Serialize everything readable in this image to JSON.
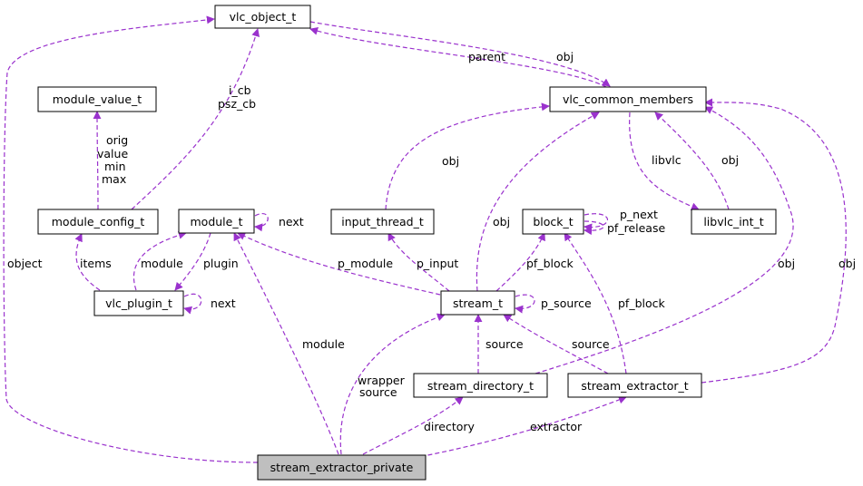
{
  "colors": {
    "edge": "#9a32cd",
    "node_border": "#000000",
    "node_fill": "#ffffff",
    "focus_fill": "#bfbfbf"
  },
  "nodes": {
    "vlc_object_t": "vlc_object_t",
    "vlc_common_members": "vlc_common_members",
    "module_value_t": "module_value_t",
    "module_config_t": "module_config_t",
    "module_t": "module_t",
    "input_thread_t": "input_thread_t",
    "block_t": "block_t",
    "libvlc_int_t": "libvlc_int_t",
    "vlc_plugin_t": "vlc_plugin_t",
    "stream_t": "stream_t",
    "stream_directory_t": "stream_directory_t",
    "stream_extractor_t": "stream_extractor_t",
    "stream_extractor_private": "stream_extractor_private"
  },
  "edge_labels": {
    "parent": "parent",
    "obj_vot": "obj",
    "i_cb": "i_cb",
    "psz_cb": "psz_cb",
    "orig": "orig",
    "value": "value",
    "min": "min",
    "max": "max",
    "next_module": "next",
    "items": "items",
    "module_plugin": "module",
    "plugin": "plugin",
    "next_plugin": "next",
    "object": "object",
    "obj_input": "obj",
    "obj_stream": "obj",
    "libvlc": "libvlc",
    "obj_libvlc": "obj",
    "p_next": "p_next",
    "pf_release": "pf_release",
    "p_module": "p_module",
    "p_input": "p_input",
    "pf_block_stream": "pf_block",
    "p_source": "p_source",
    "pf_block_ext": "pf_block",
    "source_dir": "source",
    "source_ext": "source",
    "obj_dir": "obj",
    "obj_ext": "obj",
    "module_private": "module",
    "wrapper": "wrapper",
    "source_private": "source",
    "directory": "directory",
    "extractor": "extractor"
  }
}
